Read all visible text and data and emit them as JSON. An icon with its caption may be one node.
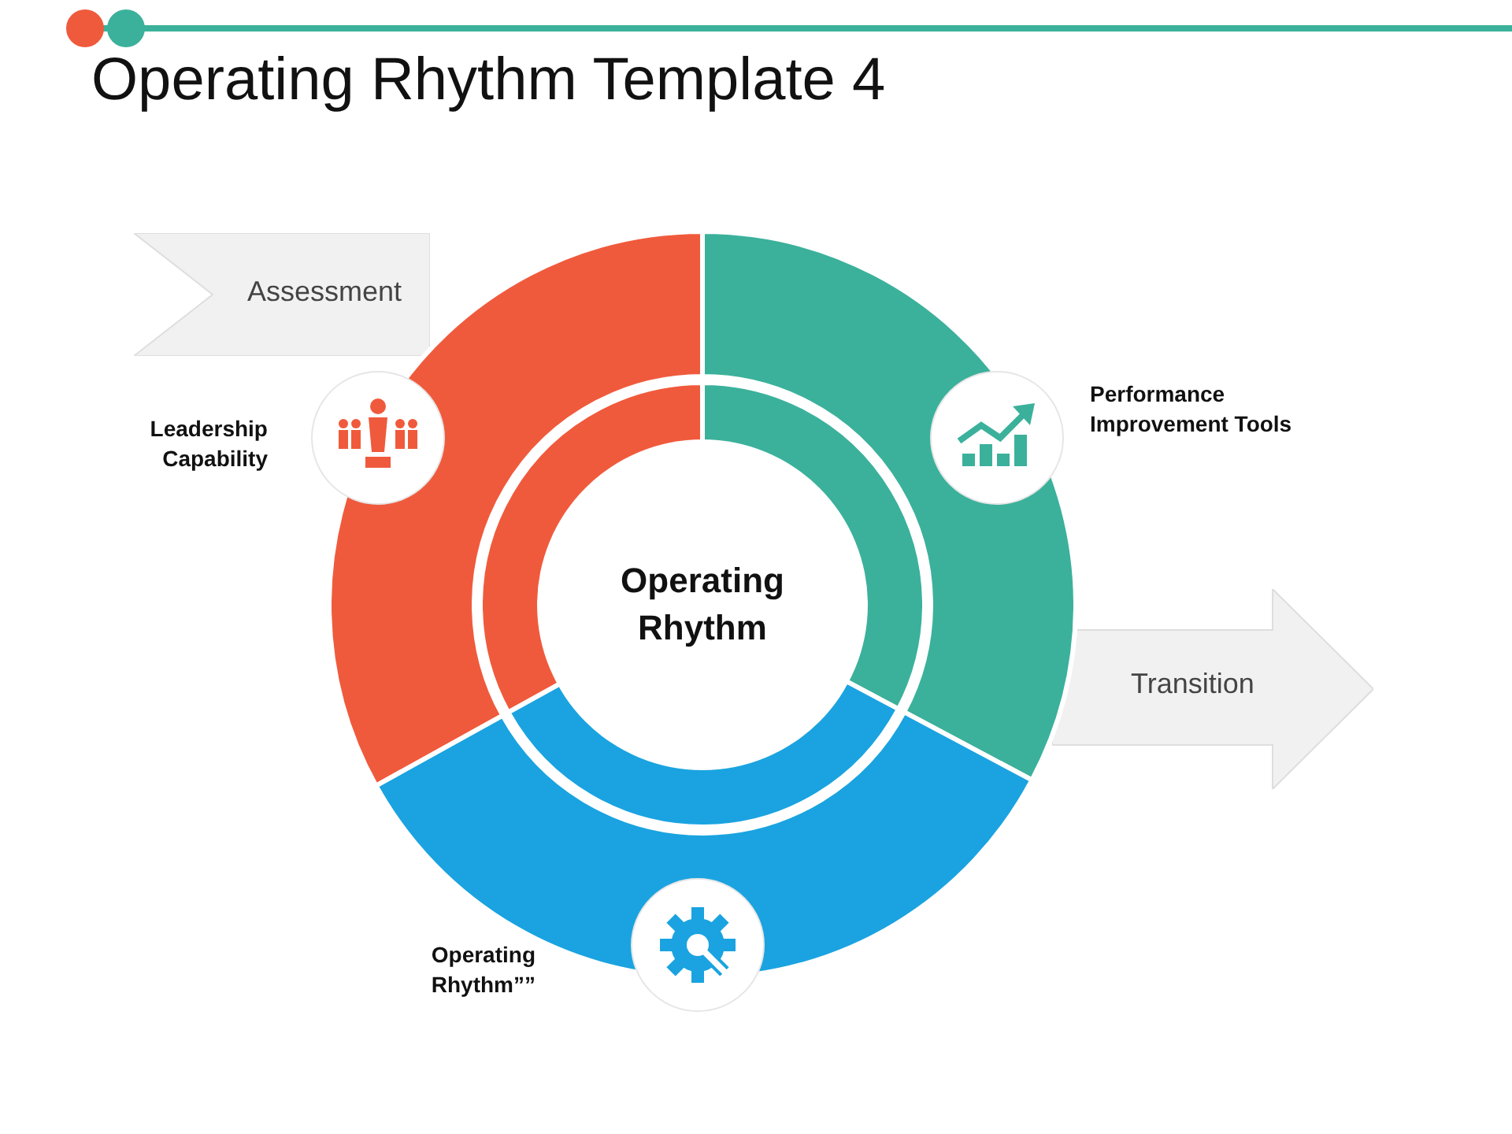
{
  "diagram": {
    "title": "Operating Rhythm Template 4",
    "nodes": [
      {
        "text": [
          "Assessment"
        ]
      },
      {
        "text": [
          "Transition"
        ]
      },
      {
        "text": [
          "Operating Rhythm"
        ]
      }
    ],
    "labels": [
      "Leadership Capability",
      "Performance Improvement Tools",
      "Operating Rhythm””"
    ]
  }
}
